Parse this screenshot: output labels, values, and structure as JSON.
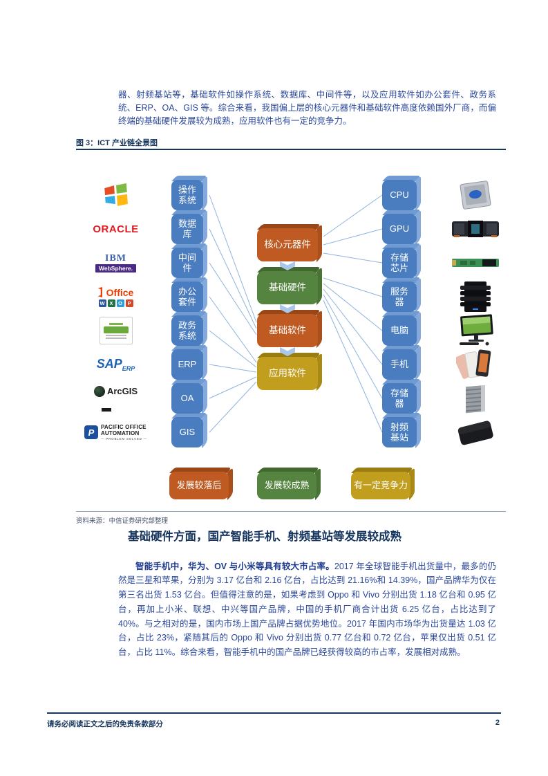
{
  "page": {
    "top_paragraph": "器、射频基站等，基础软件如操作系统、数据库、中间件等，以及应用软件如办公套件、政务系统、ERP、OA、GIS 等。综合来看，我国偏上层的核心元器件和基础软件高度依赖国外厂商，而偏终端的基础硬件发展较为成熟，应用软件也有一定的竞争力。"
  },
  "figure": {
    "caption": "图 3：ICT 产业链全景图",
    "source_label": "资料来源：中信证券研究部整理"
  },
  "diagram": {
    "left_logos": [
      {
        "name": "windows-logo"
      },
      {
        "name": "oracle-logo",
        "text": "ORACLE"
      },
      {
        "name": "ibm-websphere-logo",
        "text_top": "IBM",
        "text_bottom": "WebSphere."
      },
      {
        "name": "office-logo",
        "text": "Office"
      },
      {
        "name": "oa-software-logo"
      },
      {
        "name": "sap-erp-logo",
        "text": "SAP",
        "text_sub": "ERP"
      },
      {
        "name": "arcgis-logo",
        "text": "ArcGIS"
      },
      {
        "name": "pacific-office-automation-logo",
        "p": "P",
        "line1": "PACIFIC OFFICE",
        "line2": "AUTOMATION",
        "line3": "— PROBLEM SOLVED —"
      }
    ],
    "office_apps": [
      {
        "letter": "W",
        "color": "#2b579a"
      },
      {
        "letter": "X",
        "color": "#217346"
      },
      {
        "letter": "O",
        "color": "#2f9bd8"
      },
      {
        "letter": "P",
        "color": "#d24726"
      }
    ],
    "left_boxes": [
      "操作系统",
      "数据库",
      "中间件",
      "办公套件",
      "政务系统",
      "ERP",
      "OA",
      "GIS"
    ],
    "center_boxes": [
      {
        "label": "核心元器件",
        "color": "#bf5b22"
      },
      {
        "label": "基础硬件",
        "color": "#558440"
      },
      {
        "label": "基础软件",
        "color": "#bf5b22"
      },
      {
        "label": "应用软件",
        "color": "#c29e1e"
      }
    ],
    "right_boxes": [
      "CPU",
      "GPU",
      "存储芯片",
      "服务器",
      "电脑",
      "手机",
      "存储器",
      "射频基站"
    ],
    "right_images": [
      "cpu-chip-photo",
      "gpu-board-photo",
      "ssd-stick-photo",
      "server-tower-photo",
      "desktop-pc-photo",
      "smartphones-photo",
      "rf-module-photo",
      "storage-drive-photo"
    ],
    "legend": [
      {
        "label": "发展较落后",
        "color": "#bf5b22"
      },
      {
        "label": "发展较成熟",
        "color": "#558440"
      },
      {
        "label": "有一定竞争力",
        "color": "#c29e1e"
      }
    ],
    "box_blue": "#4a7cc0",
    "line_color": "#8fb3df"
  },
  "section": {
    "heading": "基础硬件方面，国产智能手机、射频基站等发展较成熟",
    "para_bold": "智能手机中，华为、OV 与小米等具有较大市占率。",
    "para_rest": "2017 年全球智能手机出货量中，最多的仍然是三星和苹果，分别为 3.17 亿台和 2.16 亿台，占比达到 21.16%和 14.39%，国产品牌华为仅在第三名出货 1.53 亿台。但值得注意的是，如果考虑到 Oppo 和 Vivo 分别出货 1.18 亿台和 0.95 亿台，再加上小米、联想、中兴等国产品牌，中国的手机厂商合计出货 6.25 亿台，占比达到了 40%。与之相对的是，国内市场上国产品牌占据优势地位。2017 年国内市场华为出货量达 1.03 亿台，占比 23%，紧随其后的 Oppo 和 Vivo 分别出货 0.77 亿台和 0.72 亿台，苹果仅出货 0.51 亿台，占比 11%。综合来看，智能手机中的国产品牌已经获得较高的市占率，发展相对成熟。"
  },
  "footer": {
    "disclaimer": "请务必阅读正文之后的免责条款部分",
    "page_number": "2"
  }
}
